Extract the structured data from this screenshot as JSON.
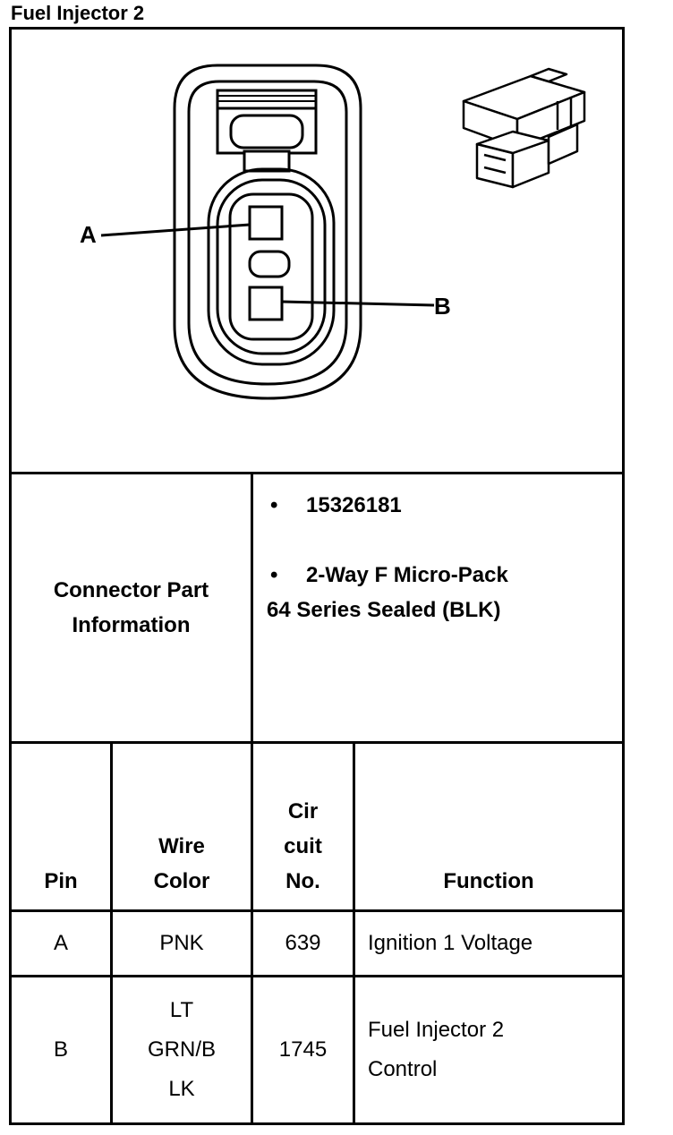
{
  "title": "Fuel Injector 2",
  "diagram": {
    "label_a": "A",
    "label_b": "B"
  },
  "connector": {
    "label_line1": "Connector Part",
    "label_line2": "Information",
    "part_number": "15326181",
    "description_line1": "2-Way F Micro-Pack",
    "description_line2": "64 Series Sealed (BLK)"
  },
  "table": {
    "headers": {
      "pin": "Pin",
      "wire_line1": "Wire",
      "wire_line2": "Color",
      "circuit_line1": "Cir",
      "circuit_line2": "cuit",
      "circuit_line3": "No.",
      "function": "Function"
    },
    "rows": [
      {
        "pin": "A",
        "wire_lines": [
          "PNK"
        ],
        "circuit": "639",
        "function_lines": [
          "Ignition 1 Voltage"
        ]
      },
      {
        "pin": "B",
        "wire_lines": [
          "LT",
          "GRN/B",
          "LK"
        ],
        "circuit": "1745",
        "function_lines": [
          "Fuel Injector 2",
          "Control"
        ]
      }
    ]
  }
}
